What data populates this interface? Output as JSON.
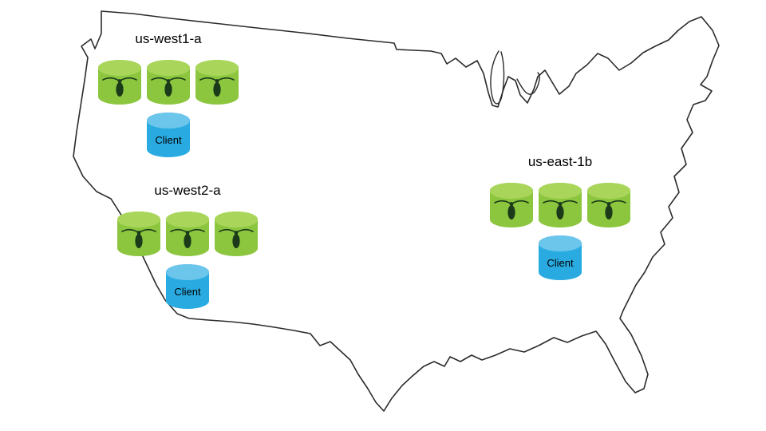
{
  "diagram": {
    "regions": [
      {
        "label": "us-west1-a",
        "node_count": 3,
        "client_label": "Client"
      },
      {
        "label": "us-west2-a",
        "node_count": 3,
        "client_label": "Client"
      },
      {
        "label": "us-east-1b",
        "node_count": 3,
        "client_label": "Client"
      }
    ]
  },
  "colors": {
    "node_fill": "#8cc63f",
    "node_top": "#a9d65a",
    "client_fill": "#29abe2",
    "client_top": "#6cc5ea",
    "bug_color": "#1a3a1a",
    "map_stroke": "#2b2b2b",
    "label_color": "#000000"
  }
}
